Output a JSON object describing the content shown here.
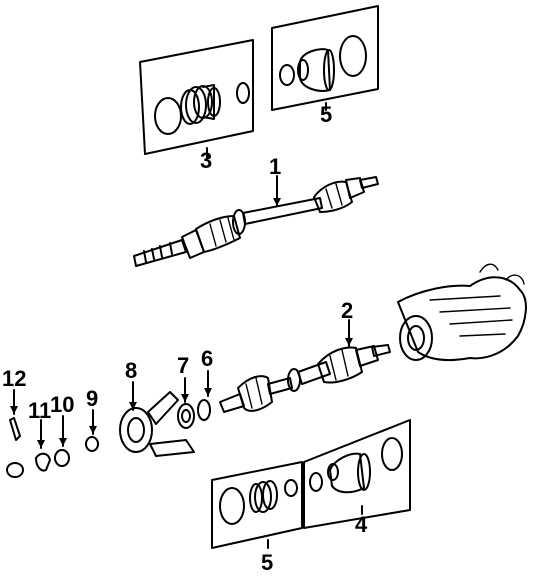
{
  "callouts": {
    "c1": "1",
    "c2": "2",
    "c3": "3",
    "c4": "4",
    "c5_top": "5",
    "c5_bottom": "5",
    "c6": "6",
    "c7": "7",
    "c8": "8",
    "c9": "9",
    "c10": "10",
    "c11": "11",
    "c12": "12"
  }
}
